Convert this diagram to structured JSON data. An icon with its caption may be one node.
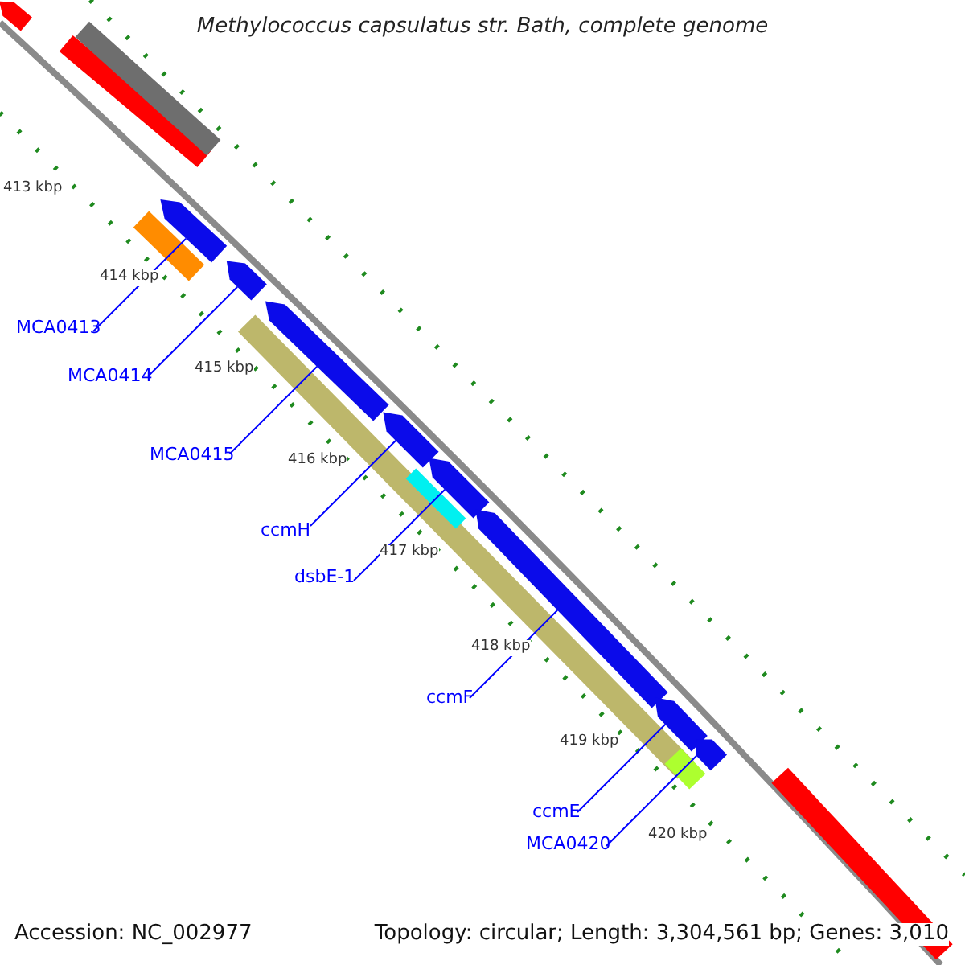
{
  "diagram": {
    "title": "Methylococcus capsulatus str. Bath, complete genome",
    "nodes": [
      {
        "text": [
          "MCA0413"
        ]
      },
      {
        "text": [
          "MCA0414"
        ]
      },
      {
        "text": [
          "MCA0415"
        ]
      },
      {
        "text": [
          "ccmH"
        ]
      },
      {
        "text": [
          "dsbE-1"
        ]
      },
      {
        "text": [
          "ccmF"
        ]
      },
      {
        "text": [
          "ccmE"
        ]
      },
      {
        "text": [
          "MCA0420"
        ]
      },
      {
        "text": [],
        "shape": "bar"
      },
      {
        "text": [],
        "shape": "bar"
      },
      {
        "text": [],
        "shape": "bar"
      },
      {
        "text": [],
        "shape": "bar"
      },
      {
        "text": [],
        "shape": "bar"
      },
      {
        "text": [],
        "shape": "bar"
      },
      {
        "text": [],
        "shape": "bar"
      },
      {
        "text": [],
        "shape": "bar"
      }
    ],
    "edges": [
      {
        "from": 0,
        "to": 8,
        "arrow": "none"
      },
      {
        "from": 1,
        "to": 9,
        "arrow": "none"
      },
      {
        "from": 2,
        "to": 10,
        "arrow": "none"
      },
      {
        "from": 3,
        "to": 11,
        "arrow": "none"
      },
      {
        "from": 4,
        "to": 12,
        "arrow": "none"
      },
      {
        "from": 5,
        "to": 13,
        "arrow": "none"
      },
      {
        "from": 6,
        "to": 14,
        "arrow": "none"
      },
      {
        "from": 7,
        "to": 15,
        "arrow": "none"
      }
    ],
    "labels": [
      "413 kbp",
      "414 kbp",
      "415 kbp",
      "416 kbp",
      "417 kbp",
      "418 kbp",
      "419 kbp",
      "420 kbp",
      "Accession: NC_002977",
      "Topology: circular; Length: 3,304,561 bp; Genes: 3,010"
    ]
  }
}
